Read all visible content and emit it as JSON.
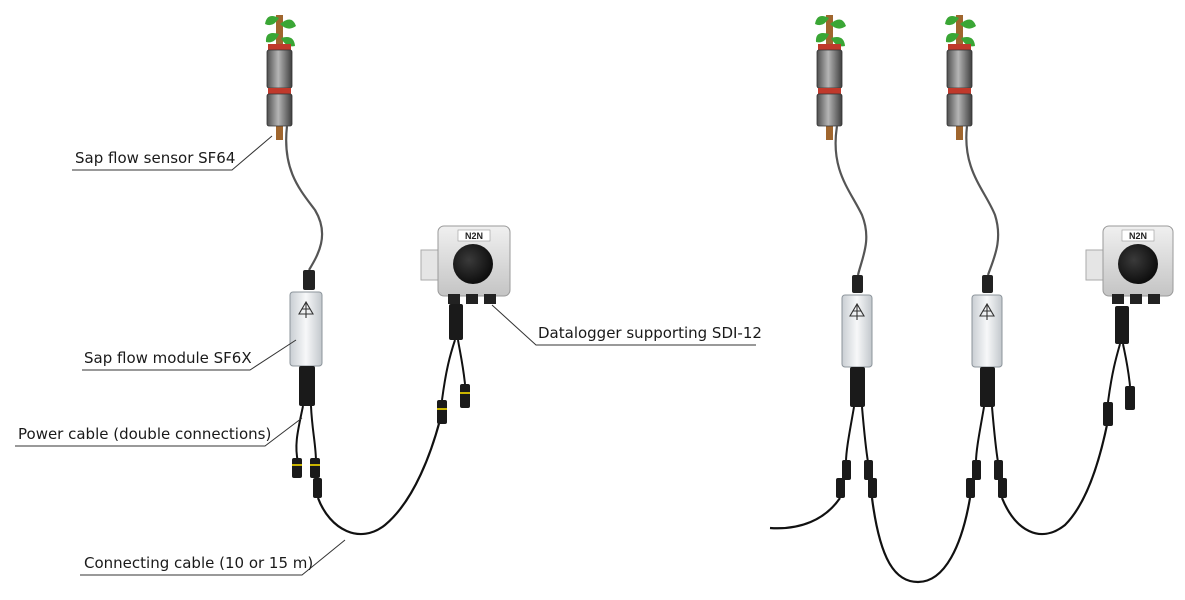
{
  "labels": {
    "sensor": "Sap flow sensor SF64",
    "module": "Sap flow module SF6X",
    "power_cable": "Power cable (double connections)",
    "connecting_cable": "Connecting cable (10 or 15 m)",
    "datalogger": "Datalogger supporting SDI-12"
  },
  "datalogger_badge": "N2N",
  "colors": {
    "cable": "#111111",
    "callout_line": "#333333",
    "leaf": "#3aa635",
    "stem": "#a0662e",
    "sensor_metal": "#7a7a7a",
    "module_body": "#e9ecef",
    "logger_body": "#dcdcdc"
  }
}
